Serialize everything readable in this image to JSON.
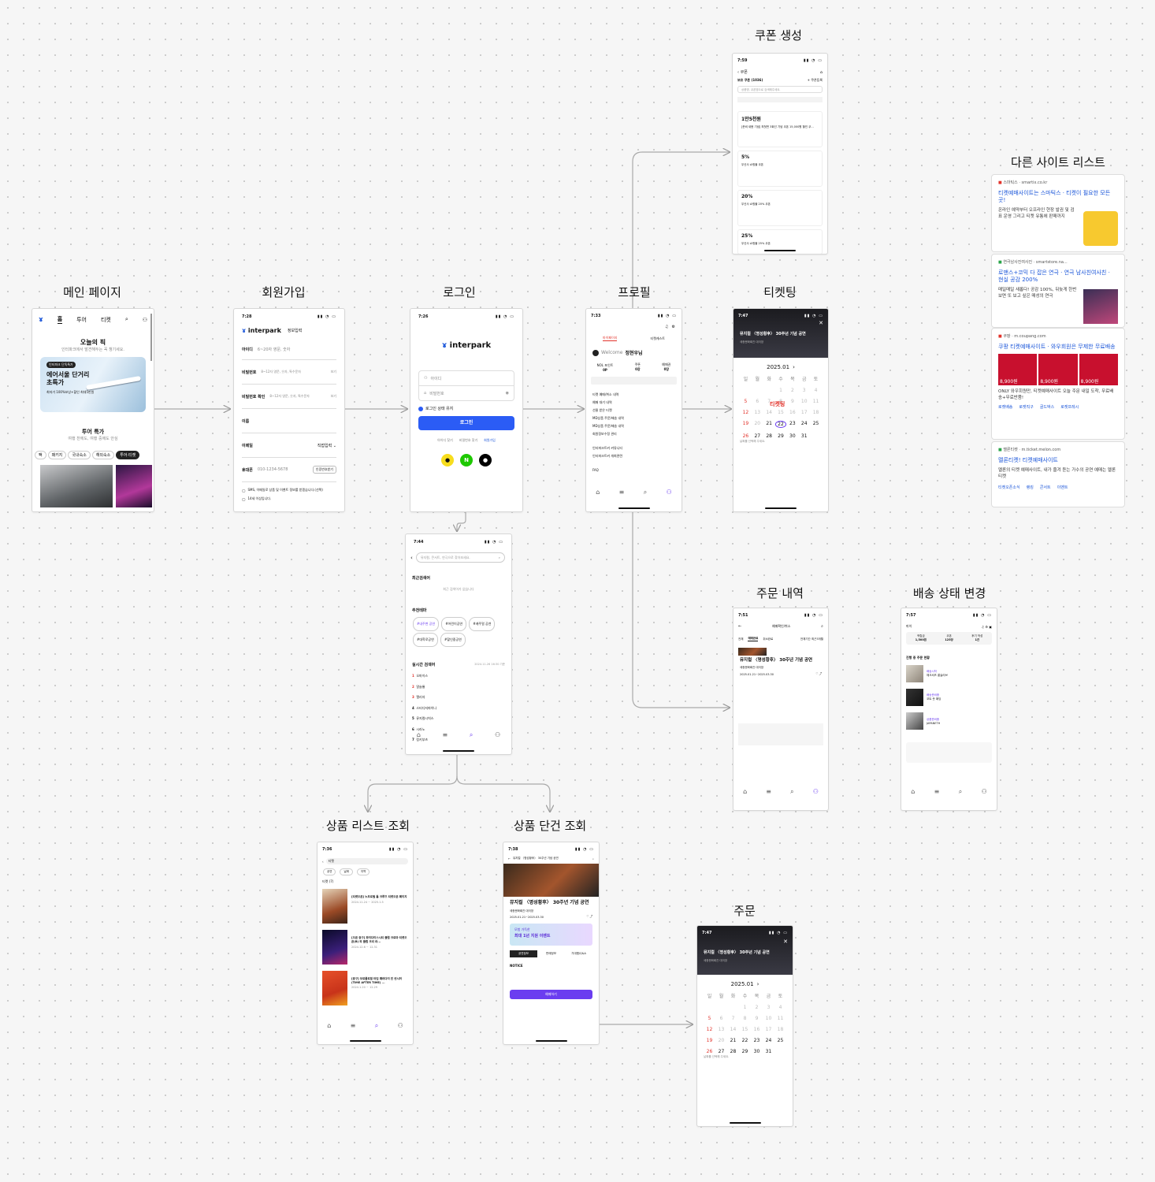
{
  "titles": {
    "main": "메인 페이지",
    "signup": "회원가입",
    "login": "로그인",
    "profile": "프로필",
    "coupon": "쿠폰 생성",
    "ticketing": "티켓팅",
    "order_history": "주문 내역",
    "delivery": "배송 상태 변경",
    "product_list": "상품 리스트 조회",
    "product_detail": "상품 단건 조회",
    "order": "주문",
    "other_sites": "다른 사이트 리스트"
  },
  "main_page": {
    "tabs": [
      "홈",
      "투어",
      "티켓"
    ],
    "pick_title": "오늘의 픽",
    "pick_sub": "인터파크에서 발견해두는 꼭 챙기세요.",
    "banner_badge": "인터파크 단독특가",
    "banner_title": "에어서울 단거리 초특가",
    "banner_sub": "최저가 100%보상+할인 최대5만원",
    "section_title": "투어 특가",
    "section_sub": "여행 찬에도, 여행 중에도 안심",
    "chips": [
      "팩",
      "패키지",
      "국내숙소",
      "해외숙소",
      "투어·티켓"
    ]
  },
  "signup": {
    "time": "7:28",
    "brand": "interpark",
    "header": "정보입력",
    "fields": [
      {
        "label": "아이디",
        "ph": "6~20자 영문, 숫자"
      },
      {
        "label": "비밀번호",
        "ph": "8~12자 영문, 숫자, 특수문자"
      },
      {
        "label": "비밀번호 확인",
        "ph": "8~12자 영문, 숫자, 특수문자"
      },
      {
        "label": "이름",
        "ph": ""
      },
      {
        "label": "이메일",
        "ph": "직접입력"
      },
      {
        "label": "휴대폰",
        "ph": "010-1234-5678"
      }
    ],
    "verify": "인증번호받기",
    "show": "보기",
    "agree1": "SMS, 이메일로 상품 및 이벤트 정보를 받겠습니다.(선택)",
    "agree2": "14세 이상입니다."
  },
  "login": {
    "time": "7:26",
    "brand": "interpark",
    "id_ph": "아이디",
    "pw_ph": "비밀번호",
    "keep": "로그인 상태 유지",
    "btn": "로그인",
    "links": [
      "아이디 찾기",
      "비밀번호 찾기",
      "회원가입"
    ],
    "social": [
      "카카오",
      "N",
      ""
    ]
  },
  "search": {
    "time": "7:44",
    "ph": "뮤지컬, 콘서트, 연극으로 찾아보세요.",
    "recent": "최근검색어",
    "recent_empty": "최근 검색어가 없습니다",
    "recommend": "추천테마",
    "tags": [
      "#내주변 공연",
      "#어린이공연",
      "#캐주얼 공연",
      "#대학로공연",
      "#할인중공연"
    ],
    "realtime": "실시간 검색어",
    "realtime_time": "2024.11.26 16:30 기준",
    "ranks": [
      "오마이스",
      "알슬롱",
      "엘리자",
      "스터디저파이나",
      "뮤지컬시빅스",
      "시라노",
      "킹키부츠"
    ]
  },
  "profile": {
    "time": "7:33",
    "welcome": "Welcome",
    "name": "정현우님",
    "stats": [
      {
        "k": "NOL 포인트",
        "v": "0P"
      },
      {
        "k": "쿠폰",
        "v": "0장"
      },
      {
        "k": "예매권",
        "v": "0장"
      }
    ],
    "menu": [
      "티켓 예매/취소 내역",
      "예매 대기 내역",
      "선물 받은 티켓",
      "MD상품 주문/배송 내역",
      "MD상품 주문/배송 내역",
      "회원정보수정 관리",
      "인터파크트커 커뮤니티",
      "인터파크트커 개최관련",
      "FAQ"
    ],
    "tabs": [
      "마이페이지",
      "티켓캐스트"
    ]
  },
  "coupon": {
    "time": "7:59",
    "title": "쿠폰",
    "count": "보유 쿠폰 (1036)",
    "register": "+ 쿠폰등록",
    "ph": "상품명, 쿠폰명으로 검색해주세요.",
    "items": [
      {
        "v": "1만5천원",
        "d": "[준비 새봄 기념] 최첫번 3회선 기념 쿠폰 15,000원 할인 쿠..."
      },
      {
        "v": "5%",
        "d": "무신사 쇼핑몰 쿠폰"
      },
      {
        "v": "20%",
        "d": "무신사 쇼핑몰 20% 쿠폰"
      },
      {
        "v": "25%",
        "d": "무신사 쇼핑몰 25% 쿠폰"
      }
    ]
  },
  "ticketing": {
    "time": "7:47",
    "show": "뮤지컬 〈명성황후〉 30주년 기념 공연",
    "venue": "세종문화회관 대극장",
    "month": "2025.01",
    "days": [
      "일",
      "월",
      "화",
      "수",
      "목",
      "금",
      "토"
    ],
    "selected": "22",
    "label": "티켓팅",
    "hint": "날짜를 선택해 주세요."
  },
  "order_history": {
    "time": "7:51",
    "title": "예매확인/취소",
    "filters": [
      "전체",
      "예매완료",
      "취소완료"
    ],
    "period": "전체기간 최근3개월",
    "show": "뮤지컬 〈명성황후〉 30주년 기념 공연",
    "venue": "세종문화회관 대극장",
    "date": "2025.01.21~2025.03.30"
  },
  "delivery": {
    "time": "7:57",
    "user": "마이",
    "stats": [
      {
        "k": "적립금",
        "v": "1,500원"
      },
      {
        "k": "쿠폰",
        "v": "125장"
      },
      {
        "k": "후기 작성",
        "v": "1건"
      }
    ],
    "section": "진행 중 주문 현황",
    "items": [
      {
        "s": "배송시작",
        "n": "체크셔츠 롱슬리브"
      },
      {
        "s": "배송준비중",
        "n": "코트 숏 패딩"
      },
      {
        "s": "상품준비중",
        "n": "JAPANETH"
      }
    ]
  },
  "product_list": {
    "time": "7:36",
    "query": "티켓",
    "count": "티켓 (7)",
    "filters": [
      "공연",
      "날짜",
      "지역"
    ],
    "items": [
      {
        "c": "[티켓오픈] 노프로필 톰 크루즈 티켓오픈 페이지",
        "v": "2024.11.24 ~ 2025.1.5"
      },
      {
        "c": "[오픈 중구] 파이다이스시티 클럽 크로마 티켓오픈(B) 외 클럽 크리 라...",
        "v": "2024.12.6 ~ 12.31"
      },
      {
        "c": "[중구] 보로플로일 타임 패러다이 민 컨시어(TIME AFTER TIME) ...",
        "v": "2024.1.20 ~ 12.29"
      }
    ]
  },
  "product_detail": {
    "time": "7:38",
    "header": "뮤지컬 〈명성황후〉 30주년 기념 공연",
    "title": "뮤지컬 〈명성황후〉 30주년 기념 공연",
    "venue": "세종문화회관 대극장",
    "period": "2025.01.21~2025.03.30",
    "promo1": "모험 가득한",
    "promo2": "최대 1년 지원 이벤트",
    "tabs": [
      "공연정보",
      "판매정보",
      "기대평/Q&A"
    ],
    "notice": "NOTICE",
    "btn": "예매하기"
  },
  "order": {
    "time": "7:47",
    "show": "뮤지컬 〈명성황후〉 30주년 기념 공연",
    "venue": "세종문화회관 대극장",
    "month": "2025.01",
    "hint": "날짜를 선택해 주세요."
  },
  "other_sites": [
    {
      "src": "스마틱스 · smartix.co.kr",
      "title": "티켓예매사이트는 스마틱스 · 티켓이 필요한 모든 곳!",
      "desc": "온라인 예약부터 오프라인 현장 발권 및 검표 운영 그리고 티켓 유통에 판매까지"
    },
    {
      "src": "연극남사진여사진 · smartstore.na...",
      "title": "로맨스+코믹 다 잡은 연극 · 연극 남사친여사친 · 현실 공감 200%",
      "desc": "매일매일 새롭다! 공감 100%, 뒤늦게 한번 보면 또 보고 싶은 매성의 연극"
    },
    {
      "src": "쿠팡 · m.coupang.com",
      "title": "쿠팡 티켓예매사이트 · 와우회원은 무제한 무료배송",
      "desc": "ONLY 와우회원만, 티켓예매사이트 오늘 주문 내일 도착, 무료배송+무료반품!",
      "prices": [
        "8,900원",
        "8,900원",
        "8,900원"
      ],
      "links": [
        "로켓배송",
        "로켓직구",
        "골드박스",
        "로켓프레시"
      ]
    },
    {
      "src": "멜론티켓 · m.ticket.melon.com",
      "title": "멜론티켓! 티켓예매사이트",
      "desc": "멜론의 티켓 예매사이트, 내가 즐겨 듣는 가수의 공연 예매는 멜론티켓",
      "links": [
        "티켓오픈소식",
        "랭킹",
        "콘서트",
        "이벤트"
      ]
    }
  ],
  "colors": {
    "accent": "#6b3df0",
    "login_blue": "#2b5cf5",
    "ad_blue": "#1a55d9"
  }
}
